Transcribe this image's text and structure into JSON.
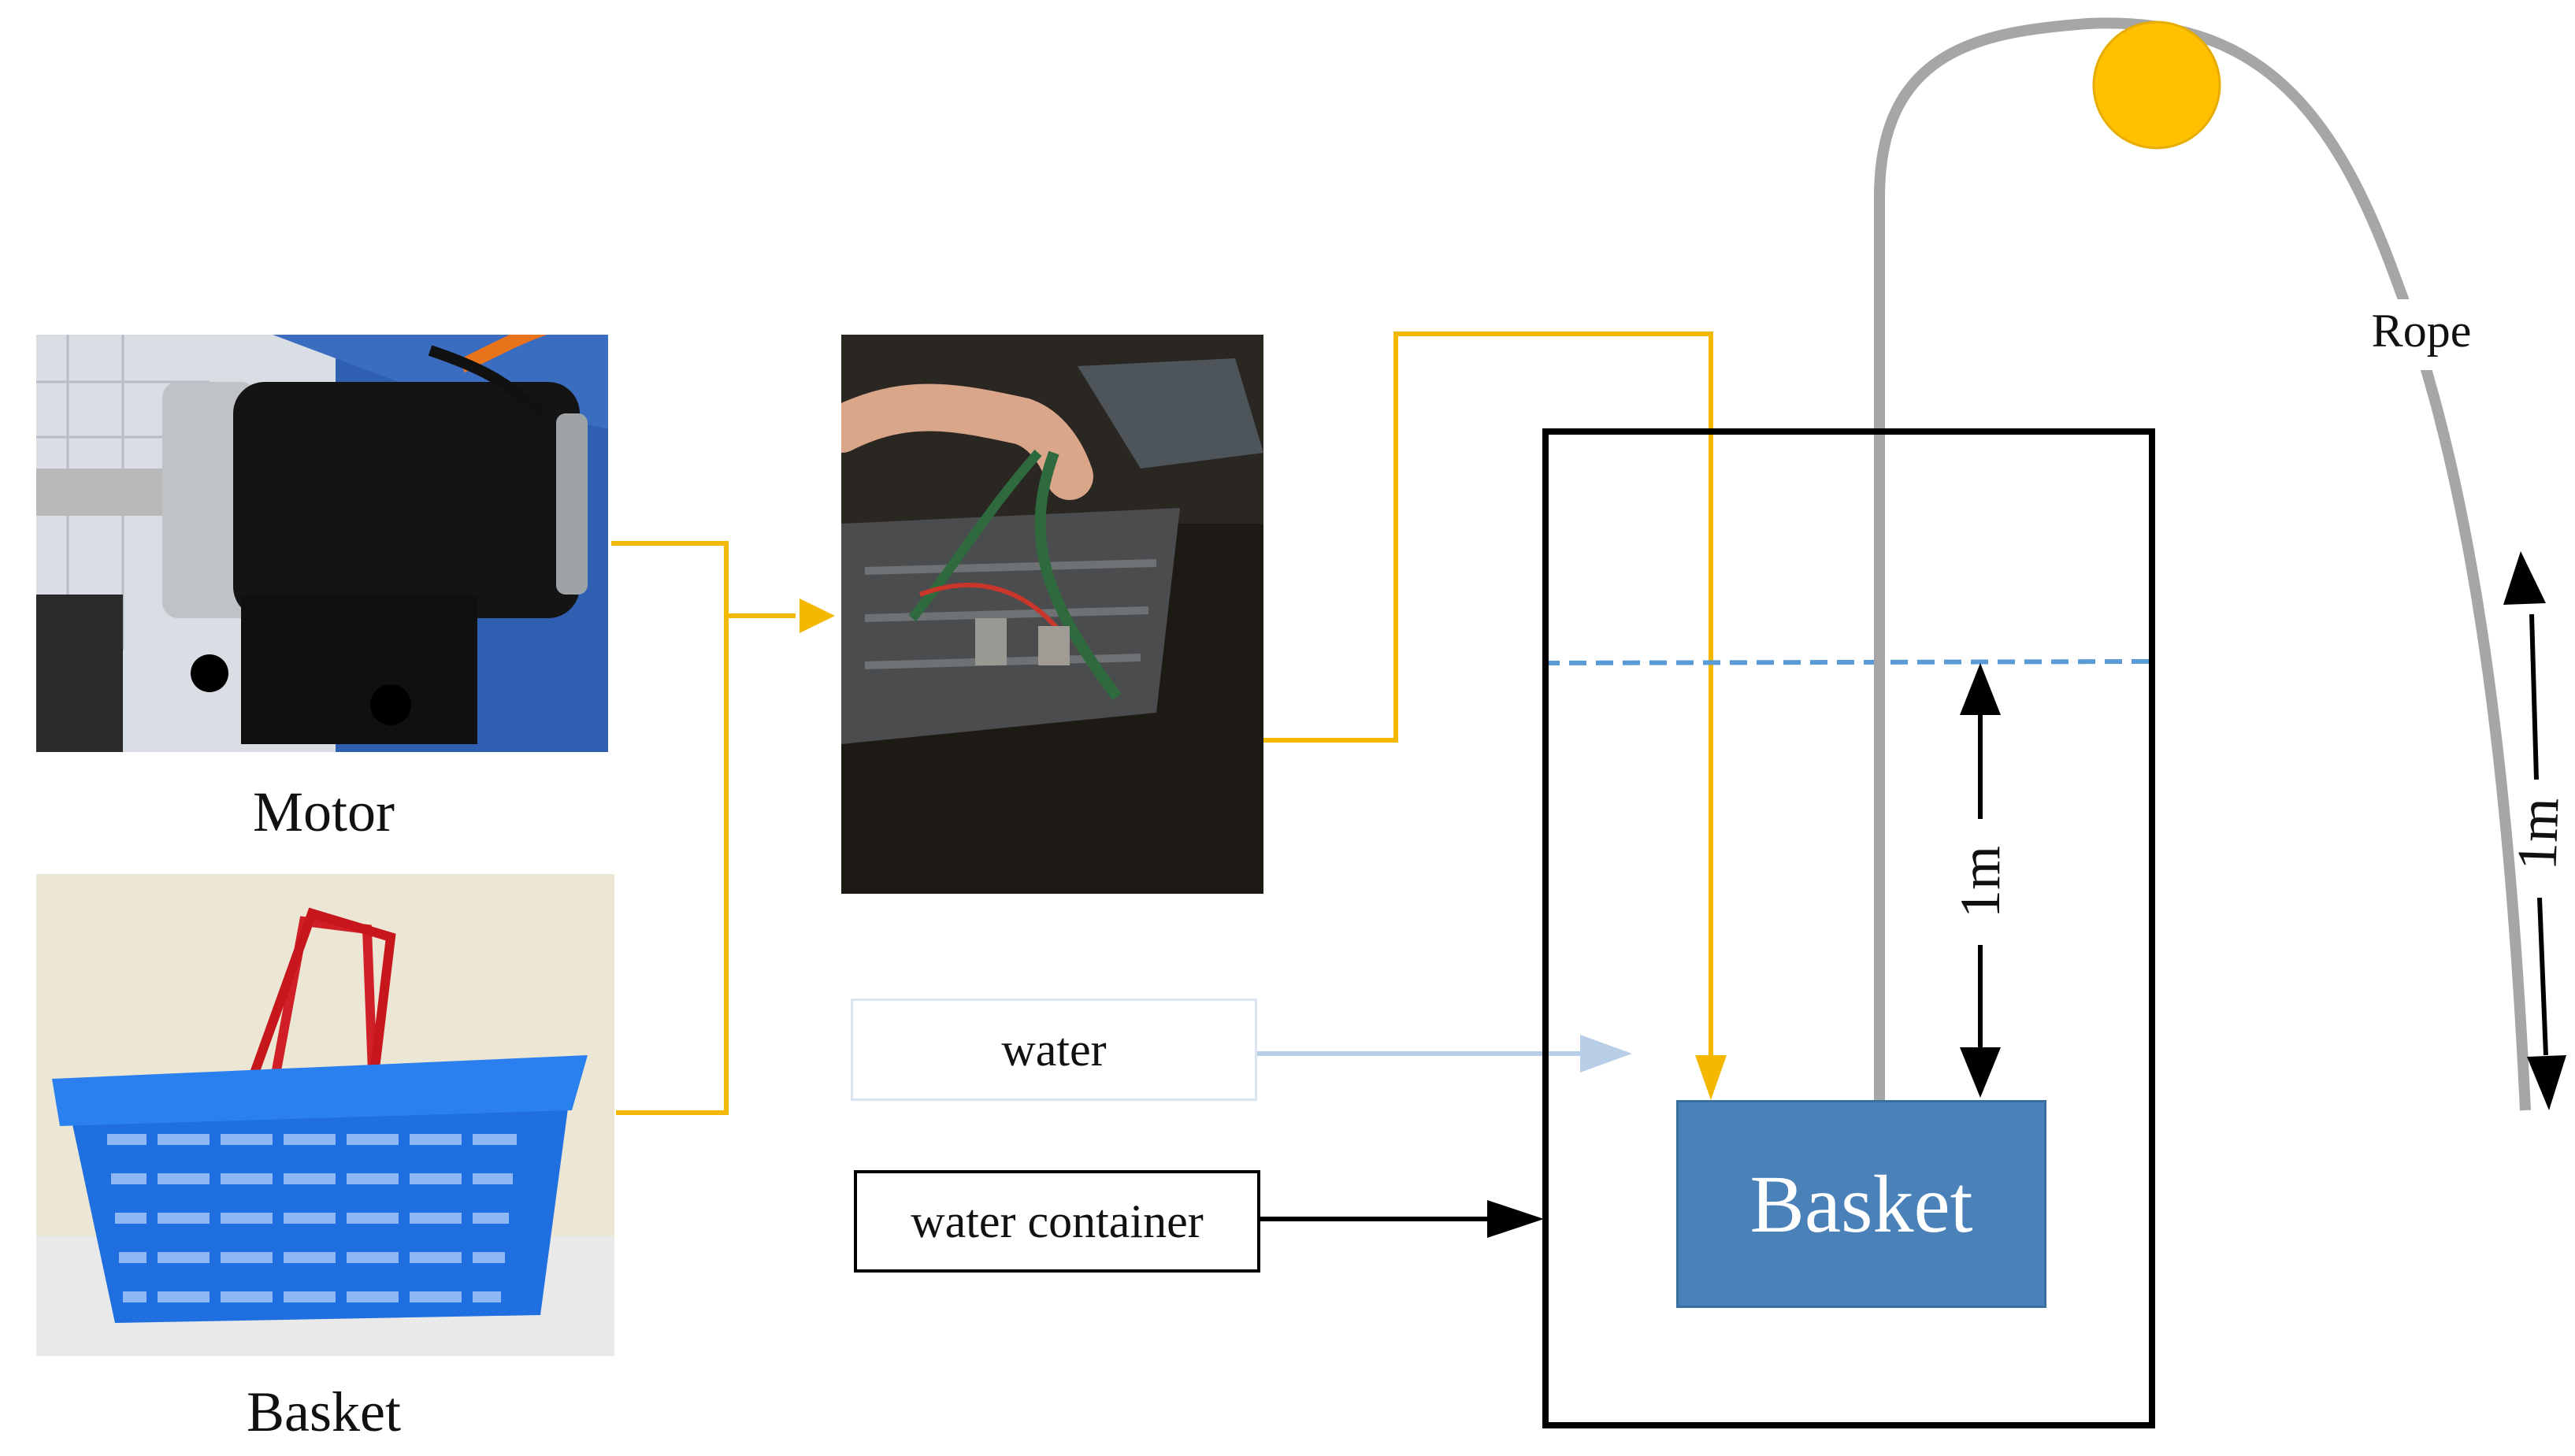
{
  "photos": {
    "motor_caption": "Motor",
    "basket_caption": "Basket"
  },
  "labels": {
    "water": "water",
    "water_container": "water container",
    "basket_block": "Basket",
    "rope": "Rope",
    "depth_inside": "1m",
    "depth_rope": "1m"
  },
  "colors": {
    "feed_line": "#f5b800",
    "water_line": "#b8cde6",
    "water_level": "#5b9bd5",
    "basket_fill": "#4a81b8",
    "rope": "#a6a6a6",
    "pulley": "#ffc000"
  }
}
